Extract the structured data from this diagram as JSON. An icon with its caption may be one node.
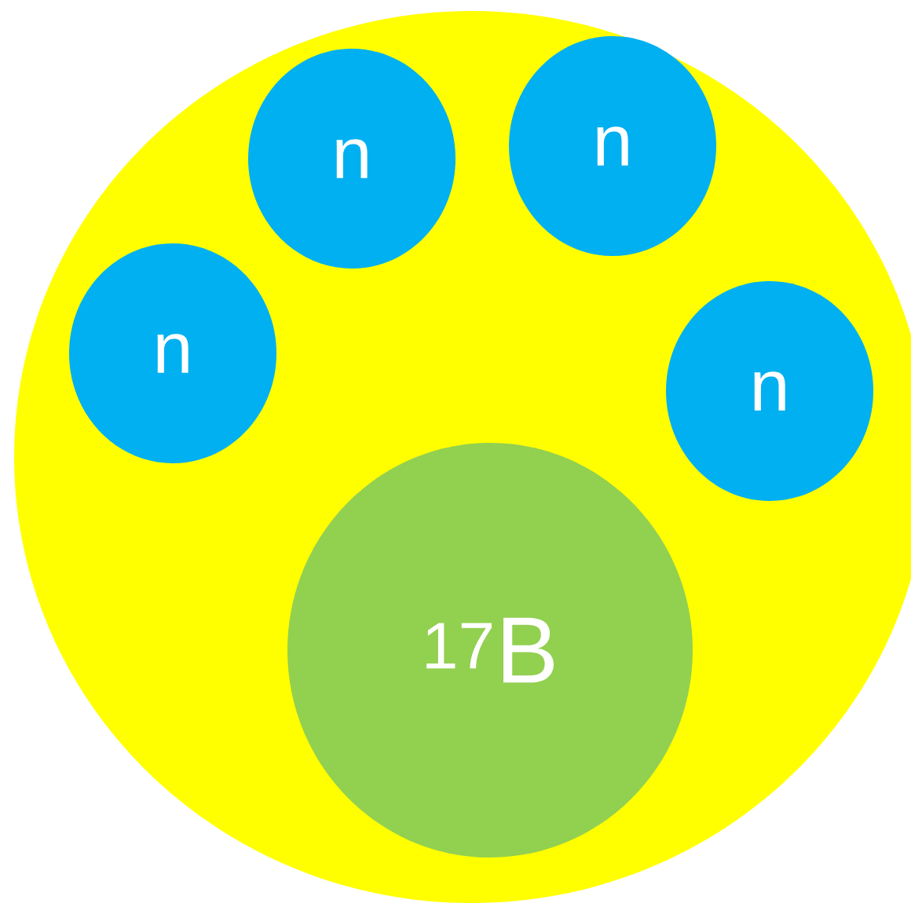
{
  "diagram": {
    "nodes": [
      {
        "text": [],
        "shape": "circle"
      },
      {
        "text": [
          "n"
        ],
        "in": 0
      },
      {
        "text": [
          "n"
        ],
        "in": 0
      },
      {
        "text": [
          "n"
        ],
        "in": 0
      },
      {
        "text": [
          "n"
        ],
        "in": 0
      },
      {
        "text": [
          "$^{17}$B"
        ],
        "in": 0
      }
    ]
  }
}
